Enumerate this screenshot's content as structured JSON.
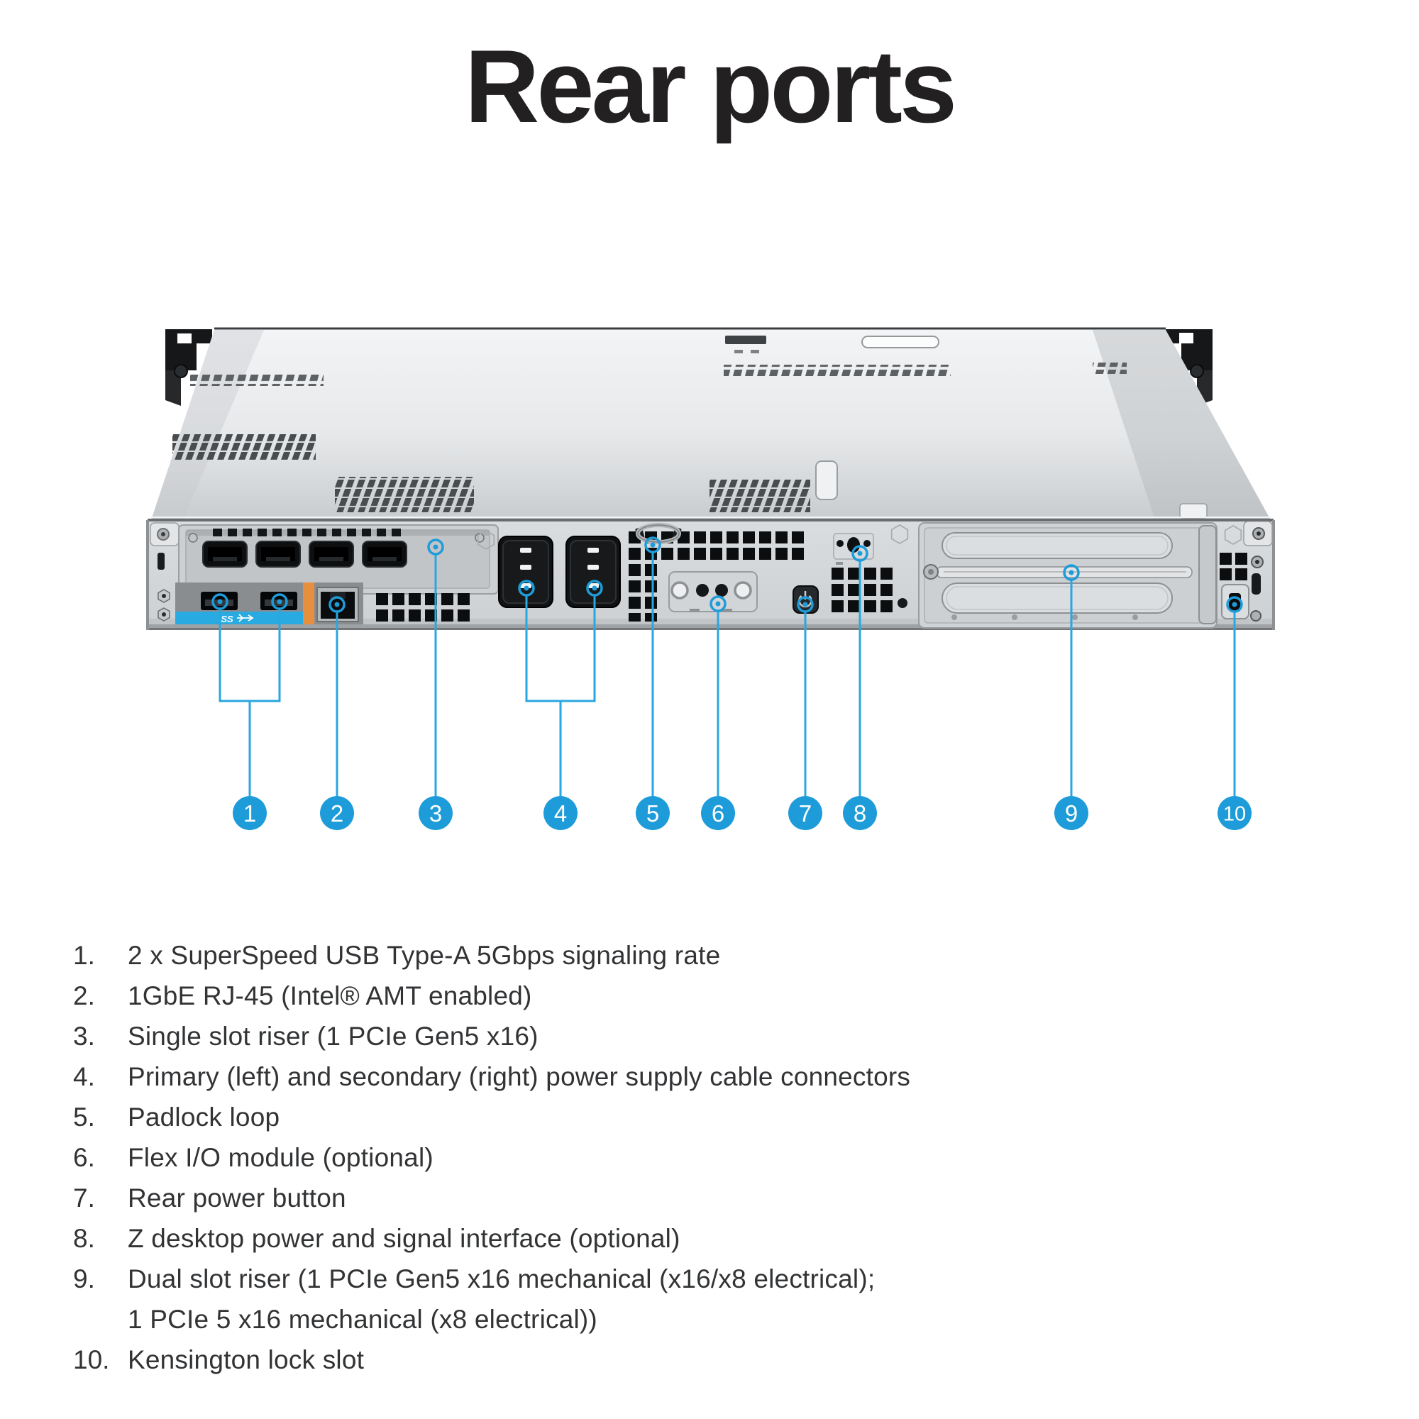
{
  "title": "Rear ports",
  "colors": {
    "accent_blue": "#1E9CD9",
    "leader_blue": "#2AA6E0",
    "usb_strip_blue": "#29ABE2",
    "module_orange": "#E78F3C"
  },
  "usb_logo": "SS",
  "callouts": [
    "1",
    "2",
    "3",
    "4",
    "5",
    "6",
    "7",
    "8",
    "9",
    "10"
  ],
  "legend": {
    "items": [
      {
        "num": "1.",
        "text": "2 x SuperSpeed USB Type-A 5Gbps signaling rate"
      },
      {
        "num": "2.",
        "text": "1GbE RJ-45 (Intel® AMT enabled)"
      },
      {
        "num": "3.",
        "text": "Single slot riser (1 PCIe Gen5 x16)"
      },
      {
        "num": "4.",
        "text": "Primary (left) and secondary (right) power supply cable connectors"
      },
      {
        "num": "5.",
        "text": "Padlock loop"
      },
      {
        "num": "6.",
        "text": "Flex I/O module (optional)"
      },
      {
        "num": "7.",
        "text": "Rear power button"
      },
      {
        "num": "8.",
        "text": "Z desktop power and signal interface (optional)"
      },
      {
        "num": "9.",
        "text": "Dual slot riser (1 PCIe Gen5 x16 mechanical (x16/x8 electrical);\n1 PCIe 5 x16 mechanical (x8 electrical))"
      },
      {
        "num": "10.",
        "text": "Kensington lock slot"
      }
    ]
  }
}
